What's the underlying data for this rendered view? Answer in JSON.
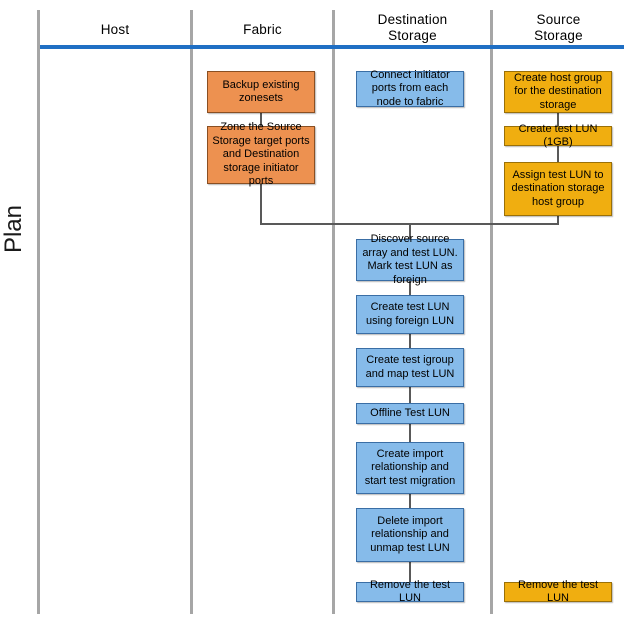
{
  "diagram": {
    "title": "Plan",
    "phase_label": "Plan",
    "accent_color": "#1f6fc4",
    "lane_divider_color": "#a6a6a6",
    "connector_color": "#595959",
    "palette": {
      "fabric_fill": "#ed9150",
      "destination_fill": "#86bbea",
      "source_fill": "#f0ae10"
    },
    "lanes": [
      {
        "id": "host",
        "label": "Host"
      },
      {
        "id": "fabric",
        "label": "Fabric"
      },
      {
        "id": "destination",
        "label": "Destination\nStorage",
        "label_line1": "Destination",
        "label_line2": "Storage"
      },
      {
        "id": "source",
        "label": "Source\nStorage",
        "label_line1": "Source",
        "label_line2": "Storage"
      }
    ],
    "nodes": {
      "fabric": [
        {
          "id": "backup-existing-zonesets",
          "text": "Backup existing zonesets",
          "color": "orange"
        },
        {
          "id": "zone-source-target-ports",
          "text": "Zone the Source Storage target ports and Destination storage initiator ports",
          "color": "orange"
        }
      ],
      "destination": [
        {
          "id": "connect-initiator-ports",
          "text": "Connect initiator ports from each node to fabric",
          "color": "blue"
        },
        {
          "id": "discover-source-array",
          "text": "Discover source array and test LUN. Mark test LUN as foreign",
          "color": "blue"
        },
        {
          "id": "create-test-lun-foreign",
          "text": "Create test LUN using foreign LUN",
          "color": "blue"
        },
        {
          "id": "create-test-igroup",
          "text": "Create test igroup and map test LUN",
          "color": "blue"
        },
        {
          "id": "offline-test-lun",
          "text": "Offline Test LUN",
          "color": "blue"
        },
        {
          "id": "create-import-relationship",
          "text": "Create import relationship and start test migration",
          "color": "blue"
        },
        {
          "id": "delete-import-relationship",
          "text": "Delete import relationship and unmap test LUN",
          "color": "blue"
        },
        {
          "id": "remove-test-lun-dest",
          "text": "Remove the test LUN",
          "color": "blue"
        }
      ],
      "source": [
        {
          "id": "create-host-group",
          "text": "Create host group for the destination storage",
          "color": "gold"
        },
        {
          "id": "create-test-lun-1gb",
          "text": "Create test LUN (1GB)",
          "color": "gold"
        },
        {
          "id": "assign-test-lun",
          "text": "Assign test LUN to destination storage host group",
          "color": "gold"
        },
        {
          "id": "remove-test-lun-src",
          "text": "Remove the test LUN",
          "color": "gold"
        }
      ]
    }
  }
}
